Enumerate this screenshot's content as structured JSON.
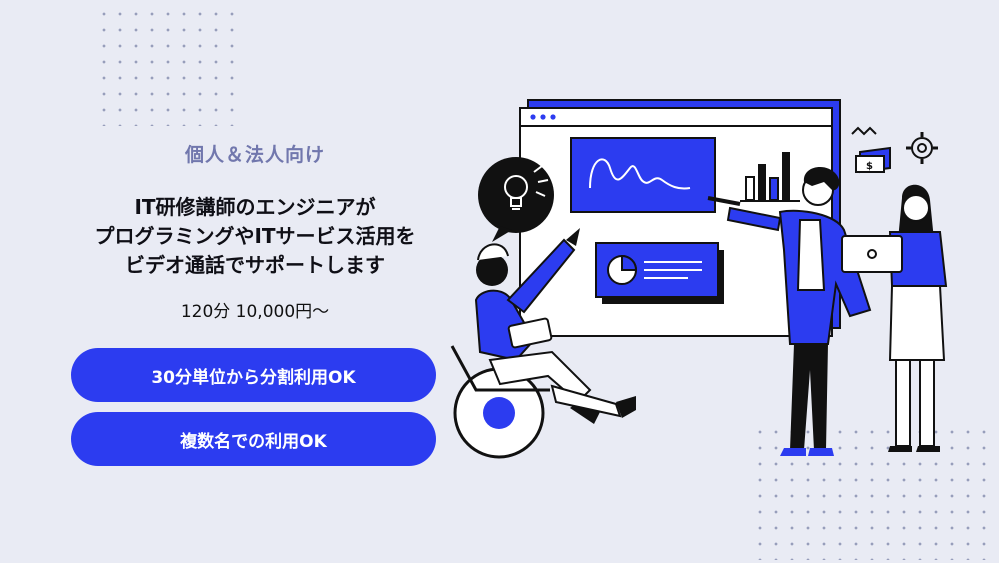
{
  "tag": "個人＆法人向け",
  "headline": {
    "line1": "IT研修講師のエンジニアが",
    "line2": "プログラミングやITサービス活用を",
    "line3": "ビデオ通話でサポートします"
  },
  "price": "120分 10,000円〜",
  "buttons": {
    "split_label": "30分単位から分割利用OK",
    "multi_label": "複数名での利用OK"
  },
  "colors": {
    "accent": "#2c3cf0",
    "background": "#e9ebf4",
    "tag_text": "#7177ad",
    "ink": "#0f0f16"
  },
  "icons": [
    "lightbulb-icon",
    "gear-icon",
    "money-icon",
    "wave-icon",
    "pie-chart-icon",
    "bar-chart-icon"
  ]
}
